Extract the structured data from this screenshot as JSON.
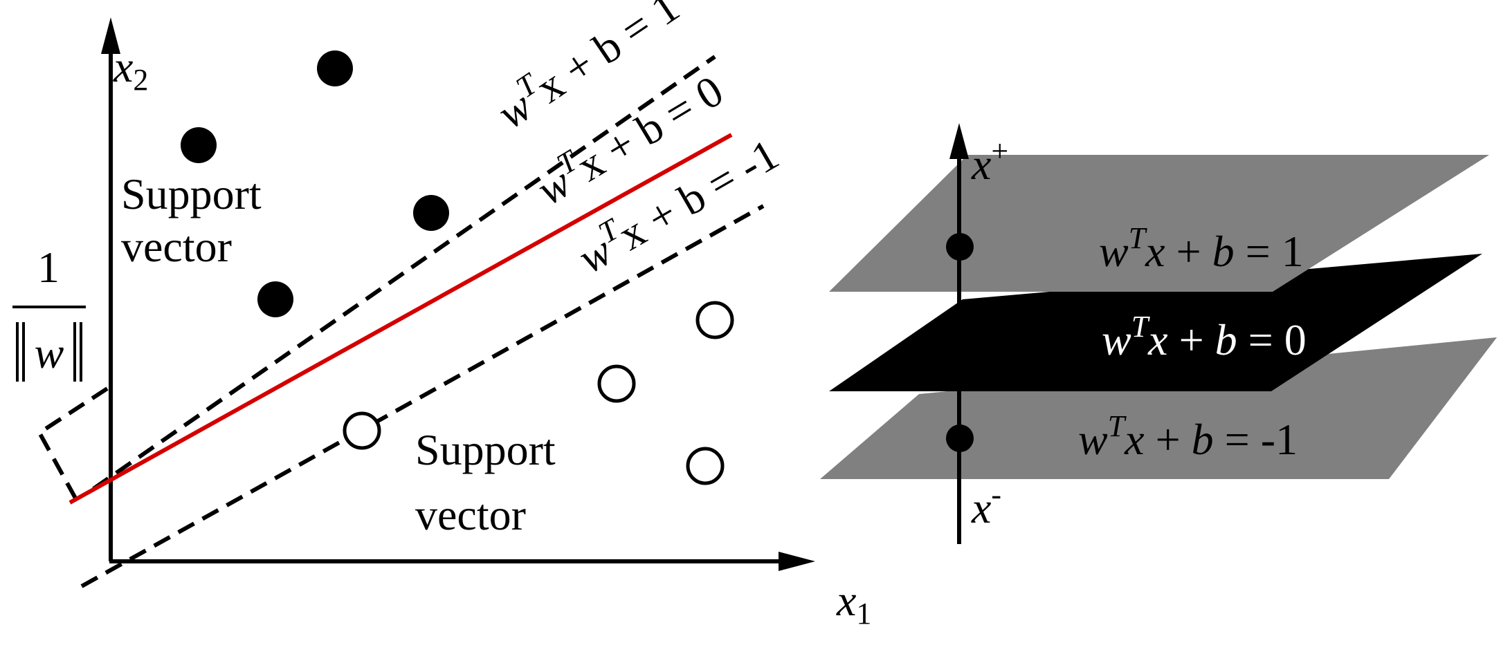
{
  "left_panel": {
    "axis_x1": {
      "base": "x",
      "sub": "1"
    },
    "axis_x2": {
      "base": "x",
      "sub": "2"
    },
    "eq_plus": {
      "w": "w",
      "T": "T",
      "rest": "x + b = 1"
    },
    "eq_zero": {
      "w": "w",
      "T": "T",
      "rest": "x + b = 0"
    },
    "eq_minus": {
      "w": "w",
      "T": "T",
      "rest": "x + b = -1"
    },
    "support_top": {
      "line1": "Support",
      "line2": "vector"
    },
    "support_bottom": {
      "line1": "Support",
      "line2": "vector"
    },
    "margin_label": {
      "numerator": "1",
      "denominator": "w"
    }
  },
  "right_panel": {
    "x_plus": {
      "base": "x",
      "sup": "+"
    },
    "x_minus": {
      "base": "x",
      "sup": "-"
    },
    "plane_top": {
      "w": "w",
      "T": "T",
      "rest_x": "x",
      "op": " + ",
      "b": "b",
      "eq": " = 1"
    },
    "plane_middle": {
      "w": "w",
      "T": "T",
      "rest_x": "x",
      "op": " + ",
      "b": "b",
      "eq": " = 0"
    },
    "plane_bottom": {
      "w": "w",
      "T": "T",
      "rest_x": "x",
      "op": " + ",
      "b": "b",
      "eq": " = -1"
    }
  },
  "colors": {
    "ink": "#000000",
    "hyperplane": "#d40000",
    "plane_gray": "#808080",
    "plane_black": "#000000",
    "plane_text_on_black": "#ffffff"
  }
}
